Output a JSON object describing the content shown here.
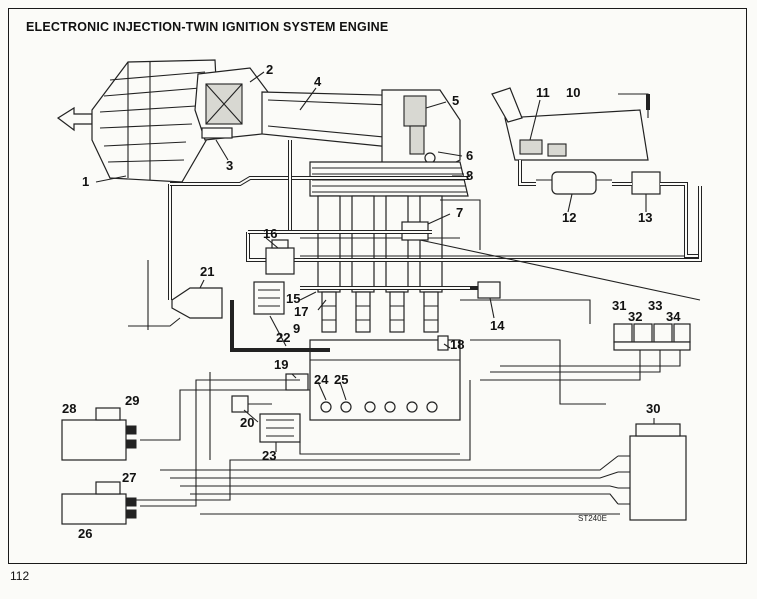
{
  "title": "ELECTRONIC INJECTION-TWIN IGNITION SYSTEM ENGINE",
  "page_number": "112",
  "figure_ref": "ST240E",
  "callouts": [
    "1",
    "2",
    "3",
    "4",
    "5",
    "6",
    "7",
    "8",
    "9",
    "10",
    "11",
    "12",
    "13",
    "14",
    "15",
    "16",
    "17",
    "18",
    "19",
    "20",
    "21",
    "22",
    "23",
    "24",
    "25",
    "26",
    "27",
    "28",
    "29",
    "30",
    "31",
    "32",
    "33",
    "34"
  ],
  "colors": {
    "ink": "#222222",
    "paper": "#fbfbf8"
  }
}
